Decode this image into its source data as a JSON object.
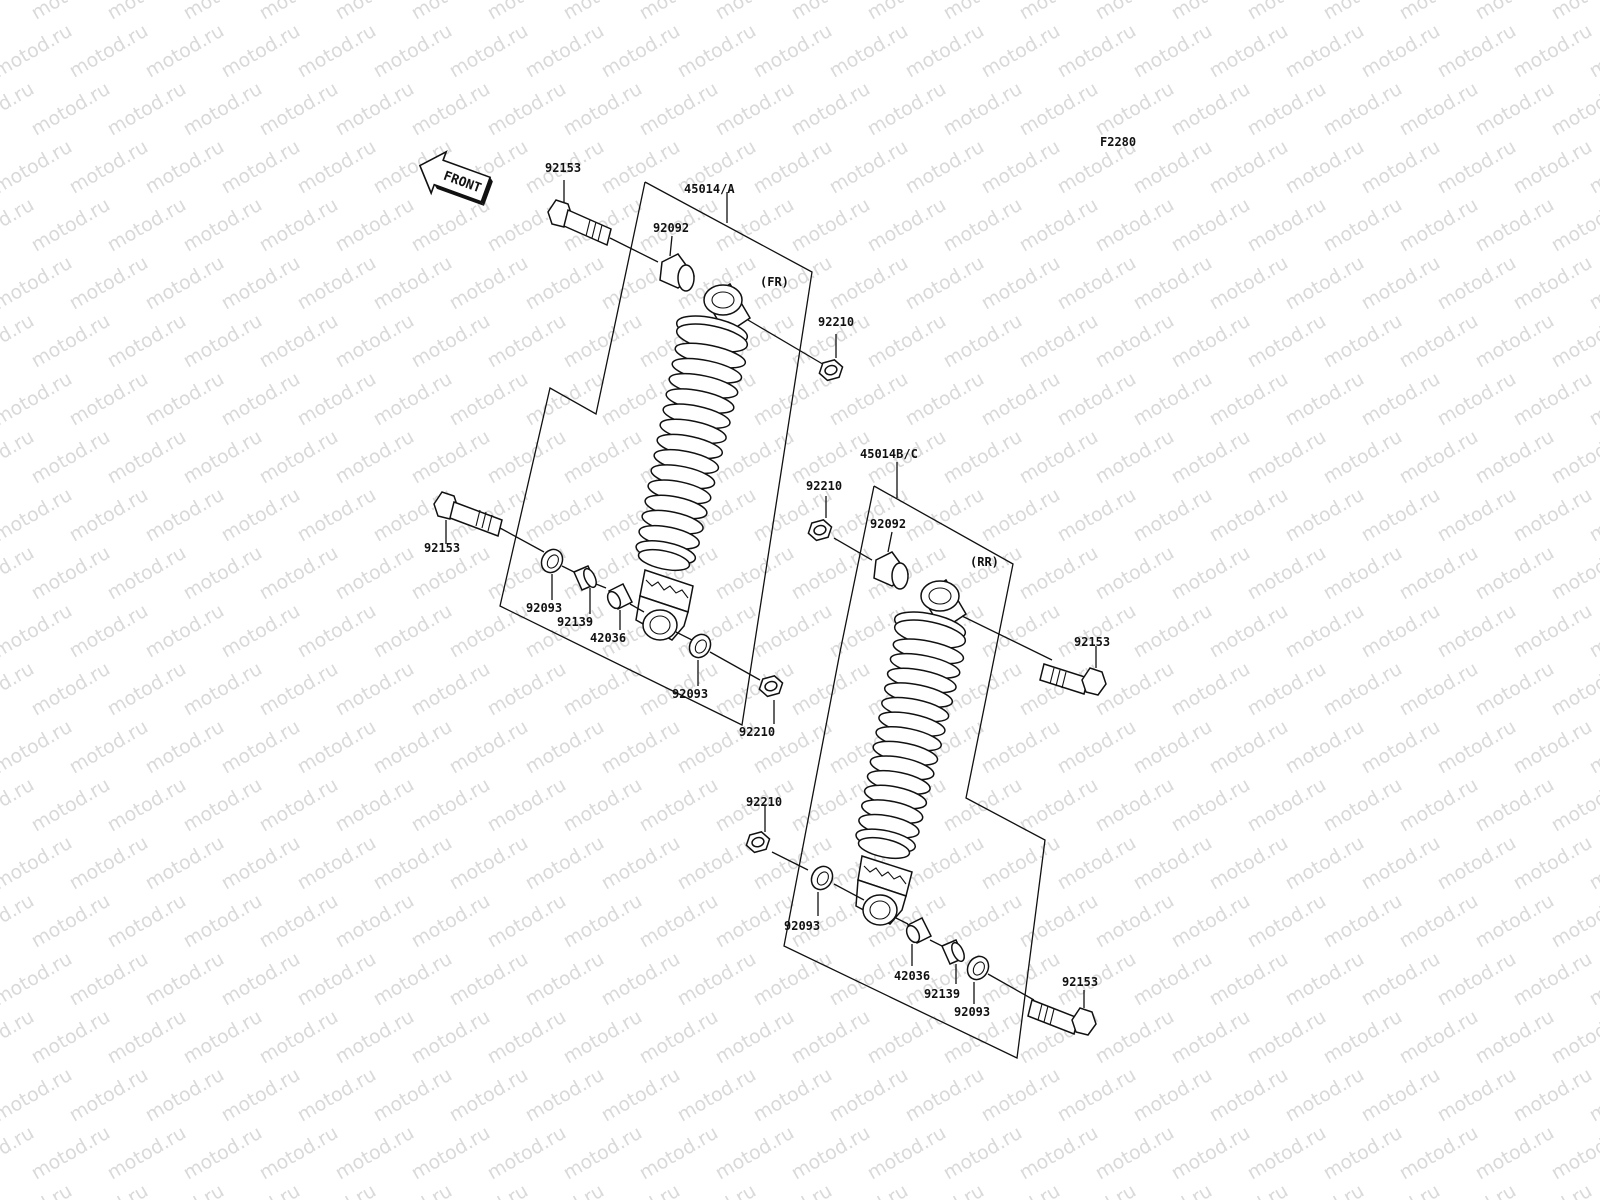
{
  "watermark": {
    "text": "motod.ru",
    "color": "#d9d9d9"
  },
  "figure_code": "F2280",
  "front_arrow": {
    "label": "FRONT"
  },
  "assemblies": {
    "front": {
      "part_number": "45014/A",
      "position_label": "(FR)"
    },
    "rear": {
      "part_number": "45014B/C",
      "position_label": "(RR)"
    }
  },
  "callouts": {
    "fr_bolt_top": "92153",
    "fr_collar_top": "92092",
    "fr_nut_top": "92210",
    "fr_bolt_bottom": "92153",
    "fr_seal_a": "92093",
    "fr_collar_b": "92139",
    "fr_bushing": "42036",
    "fr_seal_b": "92093",
    "fr_nut_bottom": "92210",
    "rr_nut_top": "92210",
    "rr_collar_top": "92092",
    "rr_bolt_top": "92153",
    "rr_nut_bottom": "92210",
    "rr_seal_a": "92093",
    "rr_bushing": "42036",
    "rr_collar_b": "92139",
    "rr_seal_b": "92093",
    "rr_bolt_bottom": "92153"
  }
}
